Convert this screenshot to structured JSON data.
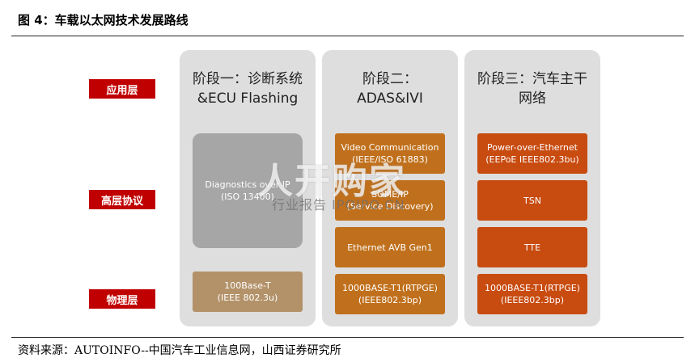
{
  "figure_title": "图 4：车载以太网技术发展路线",
  "source": "资料来源：AUTOINFO--中国汽车工业信息网，山西证券研究所",
  "layers": [
    {
      "label": "应用层"
    },
    {
      "label": "高层协议"
    },
    {
      "label": "物理层"
    }
  ],
  "stages": [
    {
      "title_line1": "阶段一：诊断系统",
      "title_line2": "&ECU Flashing",
      "boxes": [
        {
          "line1": "Diagnostics over IP",
          "line2": "(ISO 13400)"
        },
        {
          "line1": "100Base-T",
          "line2": "(IEEE 802.3u)"
        }
      ]
    },
    {
      "title_line1": "阶段二：",
      "title_line2": "ADAS&IVI",
      "boxes": [
        {
          "line1": "Video Communication",
          "line2": "(IEEE/ISO 61883)"
        },
        {
          "line1": "SOME/IP",
          "line2": "(Service Discovery)"
        },
        {
          "line1": "Ethernet AVB Gen1",
          "line2": ""
        },
        {
          "line1": "1000BASE-T1(RTPGE)",
          "line2": "(IEEE802.3bp)"
        }
      ]
    },
    {
      "title_line1": "阶段三：汽车主干",
      "title_line2": "网络",
      "boxes": [
        {
          "line1": "Power-over-Ethernet",
          "line2": "(EEPoE IEEE802.3bu)"
        },
        {
          "line1": "TSN",
          "line2": ""
        },
        {
          "line1": "TTE",
          "line2": ""
        },
        {
          "line1": "1000BASE-T1(RTPGE)",
          "line2": "(IEEE802.3bp)"
        }
      ]
    }
  ],
  "watermark": {
    "logo": "人开购家",
    "sub": "行业报告 IPOIPO.CN"
  },
  "colors": {
    "layer_label_bg": "#c00000",
    "stage_bg": "#dedede",
    "stage1_top": "#a6a6a6",
    "stage1_phy": "#b3926a",
    "stage2_box": "#c0701c",
    "stage3_box": "#c84b10"
  }
}
